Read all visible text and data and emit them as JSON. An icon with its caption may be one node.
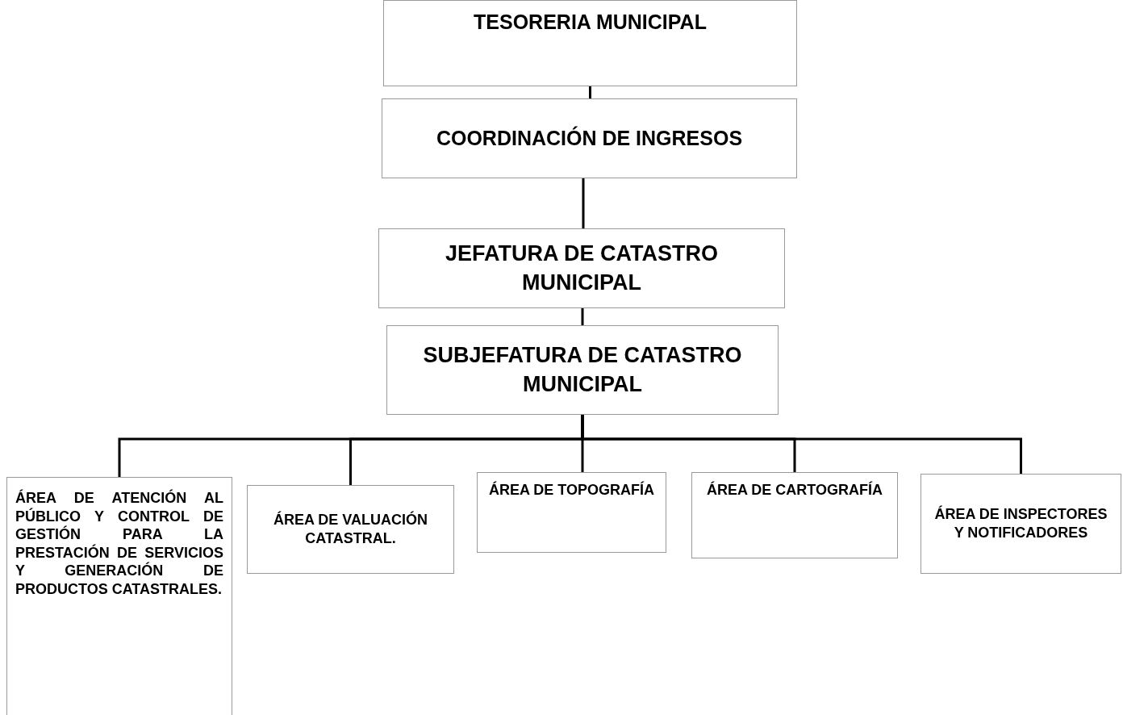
{
  "diagram": {
    "nodes": [
      {
        "text": [
          "TESORERIA MUNICIPAL"
        ]
      },
      {
        "text": [
          "COORDINACIÓN DE INGRESOS"
        ]
      },
      {
        "text": [
          "JEFATURA DE CATASTRO MUNICIPAL"
        ]
      },
      {
        "text": [
          "SUBJEFATURA DE CATASTRO MUNICIPAL"
        ]
      },
      {
        "text": [
          "ÁREA DE ATENCIÓN AL PÚBLICO Y CONTROL DE GESTIÓN PARA LA PRESTACIÓN DE SERVICIOS Y GENERACIÓN DE PRODUCTOS CATASTRALES."
        ]
      },
      {
        "text": [
          "ÁREA DE VALUACIÓN CATASTRAL."
        ]
      },
      {
        "text": [
          "ÁREA DE TOPOGRAFÍA"
        ]
      },
      {
        "text": [
          "ÁREA DE CARTOGRAFÍA"
        ]
      },
      {
        "text": [
          "ÁREA DE INSPECTORES Y NOTIFICADORES"
        ]
      }
    ],
    "edges": [
      {
        "from": 0,
        "to": 1,
        "arrow": "none"
      },
      {
        "from": 1,
        "to": 2,
        "arrow": "none"
      },
      {
        "from": 2,
        "to": 3,
        "arrow": "none"
      },
      {
        "from": 3,
        "to": 4,
        "arrow": "none"
      },
      {
        "from": 3,
        "to": 5,
        "arrow": "none"
      },
      {
        "from": 3,
        "to": 6,
        "arrow": "none"
      },
      {
        "from": 3,
        "to": 7,
        "arrow": "none"
      },
      {
        "from": 3,
        "to": 8,
        "arrow": "none"
      }
    ]
  }
}
